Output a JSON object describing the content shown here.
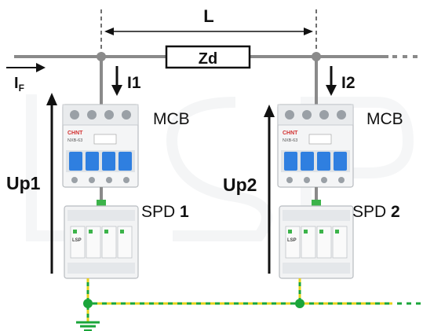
{
  "labels": {
    "distance": "L",
    "impedance": "Zd",
    "fault_current_main": "I",
    "fault_current_sub": "F",
    "current_1": "I1",
    "current_2": "I2",
    "voltage_1": "Up1",
    "voltage_2": "Up2",
    "breaker_1": "MCB",
    "breaker_2": "MCB",
    "spd_1_text": "SPD ",
    "spd_1_num": "1",
    "spd_2_text": "SPD ",
    "spd_2_num": "2"
  },
  "device_marks": {
    "mcb_brand": "CHNT",
    "mcb_model": "NXB-63",
    "spd_brand": "LSP"
  },
  "watermark": "LSP",
  "colors": {
    "bus": "#8a8a8a",
    "earth_green": "#1aa53a",
    "earth_yellow": "#e6d21a",
    "mcb_handle": "#2f7fe0",
    "text": "#111111"
  }
}
